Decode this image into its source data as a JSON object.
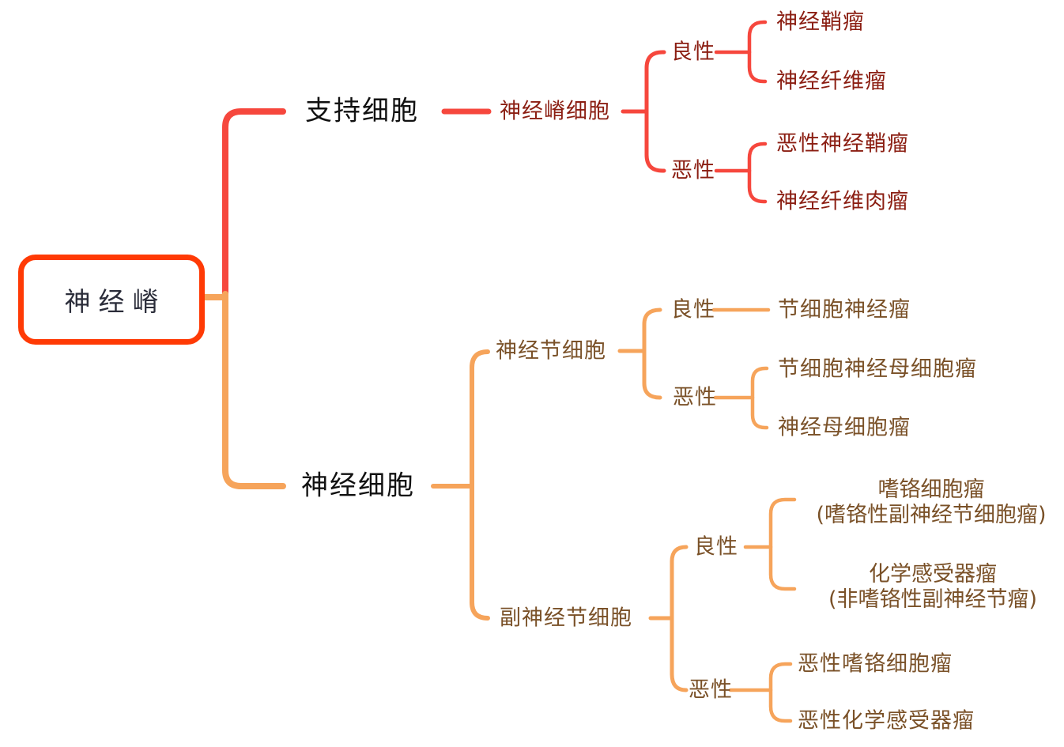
{
  "colors": {
    "root_border": "#ff3a05",
    "red_line": "#f6473d",
    "orange_line": "#f6a45b",
    "red_text": "#8b1e12",
    "brown_text": "#7a5128",
    "level1_text": "#111111",
    "root_text": "#2b2d3a"
  },
  "root": {
    "label": "神经嵴"
  },
  "red_branch": {
    "level1": "支持细胞",
    "level2": "神经嵴细胞",
    "benign": {
      "label": "良性",
      "children": [
        "神经鞘瘤",
        "神经纤维瘤"
      ]
    },
    "malignant": {
      "label": "恶性",
      "children": [
        "恶性神经鞘瘤",
        "神经纤维肉瘤"
      ]
    }
  },
  "orange_branch": {
    "level1": "神经细胞",
    "ganglion": {
      "label": "神经节细胞",
      "benign": {
        "label": "良性",
        "children": [
          "节细胞神经瘤"
        ]
      },
      "malignant": {
        "label": "恶性",
        "children": [
          "节细胞神经母细胞瘤",
          "神经母细胞瘤"
        ]
      }
    },
    "paraganglion": {
      "label": "副神经节细胞",
      "benign": {
        "label": "良性",
        "children_multiline": [
          {
            "line1": "嗜铬细胞瘤",
            "line2": "(嗜铬性副神经节细胞瘤)"
          },
          {
            "line1": "化学感受器瘤",
            "line2": "(非嗜铬性副神经节瘤)"
          }
        ]
      },
      "malignant": {
        "label": "恶性",
        "children": [
          "恶性嗜铬细胞瘤",
          "恶性化学感受器瘤"
        ]
      }
    }
  }
}
